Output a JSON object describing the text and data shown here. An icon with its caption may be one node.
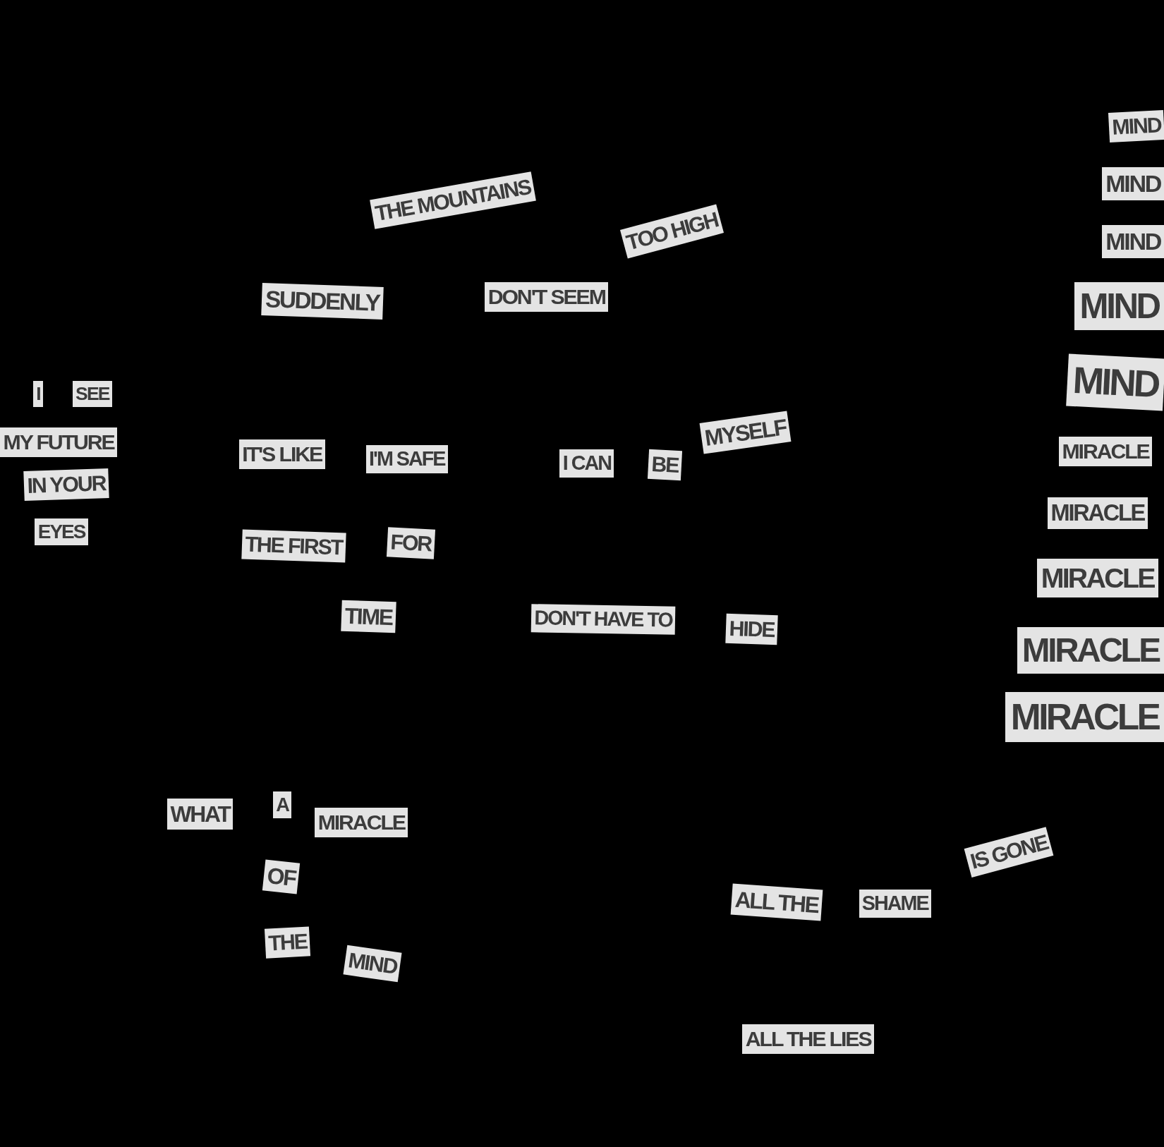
{
  "diagram": {
    "labels": [
      "MIND",
      "THE MOUNTAINS",
      "MIND",
      "TOO HIGH",
      "MIND",
      "SUDDENLY",
      "DON'T SEEM",
      "MIND",
      "MIND",
      "I",
      "SEE",
      "MY FUTURE",
      "IT'S LIKE",
      "I'M SAFE",
      "I CAN",
      "BE",
      "MYSELF",
      "MIRACLE",
      "IN YOUR",
      "MIRACLE",
      "EYES",
      "THE FIRST",
      "FOR",
      "MIRACLE",
      "TIME",
      "DON'T HAVE TO",
      "HIDE",
      "MIRACLE",
      "MIRACLE",
      "WHAT",
      "A",
      "MIRACLE",
      "IS GONE",
      "OF",
      "ALL THE",
      "SHAME",
      "THE",
      "MIND",
      "ALL THE LIES"
    ]
  }
}
